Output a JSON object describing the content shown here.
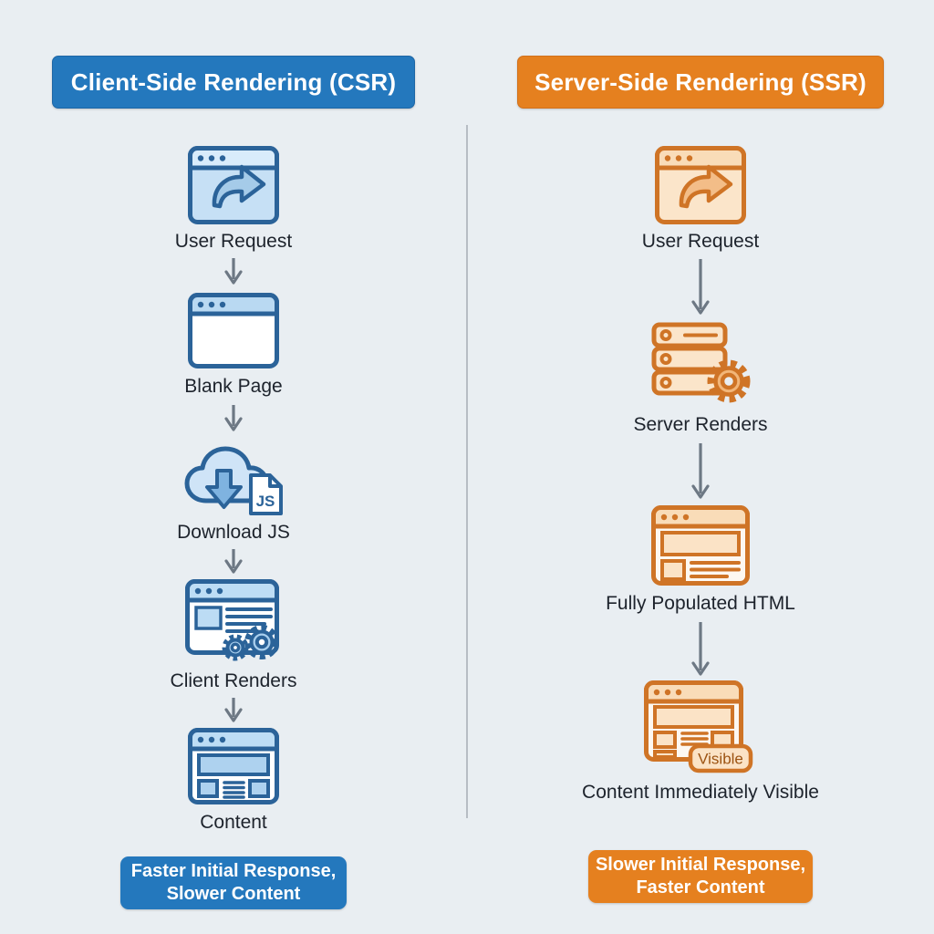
{
  "colors": {
    "background": "#e9eef2",
    "csr_accent": "#2478bd",
    "ssr_accent": "#e5801f",
    "csr_icon_stroke": "#2b6399",
    "ssr_icon_stroke": "#cf7426",
    "arrow_gray": "#6d7884",
    "label_text": "#1d232c"
  },
  "csr": {
    "header": "Client-Side Rendering (CSR)",
    "steps": [
      {
        "icon": "browser-arrow-icon",
        "label": "User Request"
      },
      {
        "icon": "blank-page-icon",
        "label": "Blank Page"
      },
      {
        "icon": "cloud-download-js-icon",
        "label": "Download JS",
        "file_label": "JS"
      },
      {
        "icon": "browser-gears-icon",
        "label": "Client Renders"
      },
      {
        "icon": "browser-content-icon",
        "label": "Content"
      }
    ],
    "summary": [
      "Faster Initial Response,",
      "Slower Content"
    ]
  },
  "ssr": {
    "header": "Server-Side Rendering (SSR)",
    "steps": [
      {
        "icon": "browser-arrow-icon",
        "label": "User Request"
      },
      {
        "icon": "server-gear-icon",
        "label": "Server Renders"
      },
      {
        "icon": "browser-html-icon",
        "label": "Fully Populated HTML"
      },
      {
        "icon": "browser-visible-icon",
        "label": "Content Immediately Visible",
        "badge": "Visible"
      }
    ],
    "summary": [
      "Slower Initial Response,",
      "Faster Content"
    ]
  }
}
